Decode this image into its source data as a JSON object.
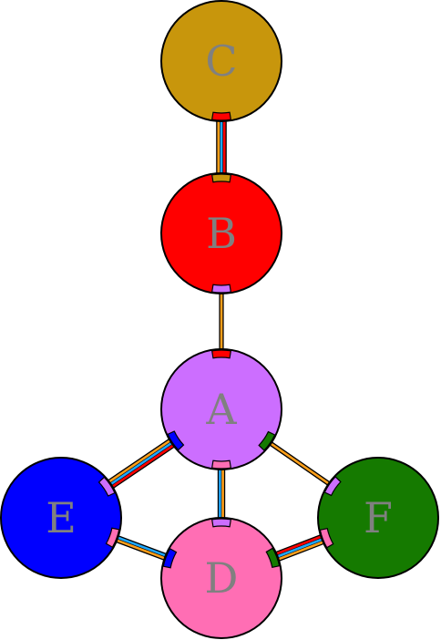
{
  "nodes": [
    {
      "id": "C",
      "label": "C",
      "color": "#c8960c"
    },
    {
      "id": "B",
      "label": "B",
      "color": "#ff0000"
    },
    {
      "id": "A",
      "label": "A",
      "color": "#cc6eff"
    },
    {
      "id": "E",
      "label": "E",
      "color": "#0000ff"
    },
    {
      "id": "D",
      "label": "D",
      "color": "#ff6eb4"
    },
    {
      "id": "F",
      "label": "F",
      "color": "#157a00"
    }
  ],
  "edges": [
    {
      "from": "C",
      "to": "B",
      "colors": [
        "#ff0000",
        "#1ea8ff",
        "#ff9f1a"
      ]
    },
    {
      "from": "B",
      "to": "A",
      "colors": [
        "#ff9f1a"
      ]
    },
    {
      "from": "A",
      "to": "E",
      "colors": [
        "#ff0000",
        "#1ea8ff",
        "#ff9f1a"
      ]
    },
    {
      "from": "A",
      "to": "D",
      "colors": [
        "#ff9f1a",
        "#1ea8ff"
      ]
    },
    {
      "from": "A",
      "to": "F",
      "colors": [
        "#ff9f1a"
      ]
    },
    {
      "from": "E",
      "to": "D",
      "colors": [
        "#1ea8ff",
        "#ff9f1a"
      ]
    },
    {
      "from": "D",
      "to": "F",
      "colors": [
        "#ff0000",
        "#1ea8ff",
        "#ff9f1a"
      ]
    }
  ],
  "colors": {
    "outline": "#000000",
    "label": "#808080",
    "background": "#ffffff"
  }
}
